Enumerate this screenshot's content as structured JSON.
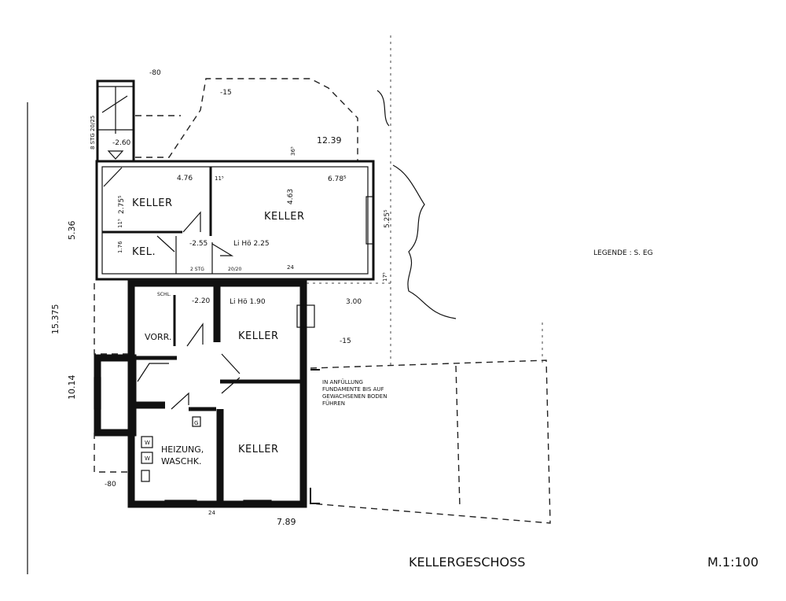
{
  "title": "KELLERGESCHOSS",
  "scale": "M.1:100",
  "legend_note": "LEGENDE : S. EG",
  "rooms": {
    "keller_nw": "KELLER",
    "keller_ne": "KELLER",
    "kel_small": "KEL.",
    "vorr": "VORR.",
    "keller_mid": "KELLER",
    "heizung_1": "HEIZUNG,",
    "heizung_2": "WASCHK.",
    "keller_se": "KELLER",
    "schl": "SCHL."
  },
  "dimensions": {
    "total_height": "15.375",
    "upper_height": "5.36",
    "lower_height": "10.14",
    "bottom_width": "7.89",
    "terrace_width": "12.39",
    "nw_width": "4.76",
    "ne_width": "6.78⁵",
    "ne_depth": "4.63",
    "nw_depth": "2.75⁵",
    "east_depth": "5.25⁵",
    "kel_depth": "1.76",
    "wall_11_a": "11⁵",
    "wall_11_b": "11⁵",
    "wall_36": "36⁵",
    "wall_17": "17⁵",
    "wall_24": "24",
    "yard_width": "3.00",
    "bottom_wall": "24"
  },
  "levels": {
    "top": "-80",
    "terrace": "-15",
    "stair": "-2.60",
    "hall": "-2.55",
    "vorr": "-2.20",
    "yard": "-15",
    "sw": "-80"
  },
  "notes": {
    "stairs_outer": "8 STG 20/25",
    "stairs_inner": "2 STG",
    "stair_size": "20/20",
    "clear_height_1": "Li Hö 2.25",
    "clear_height_2": "Li Hö 1.90",
    "fill_1": "IN ANFÜLLUNG",
    "fill_2": "FUNDAMENTE BIS AUF",
    "fill_3": "GEWACHSENEN BODEN",
    "fill_4": "FÜHREN",
    "w1": "W",
    "w2": "W",
    "g": "G"
  }
}
